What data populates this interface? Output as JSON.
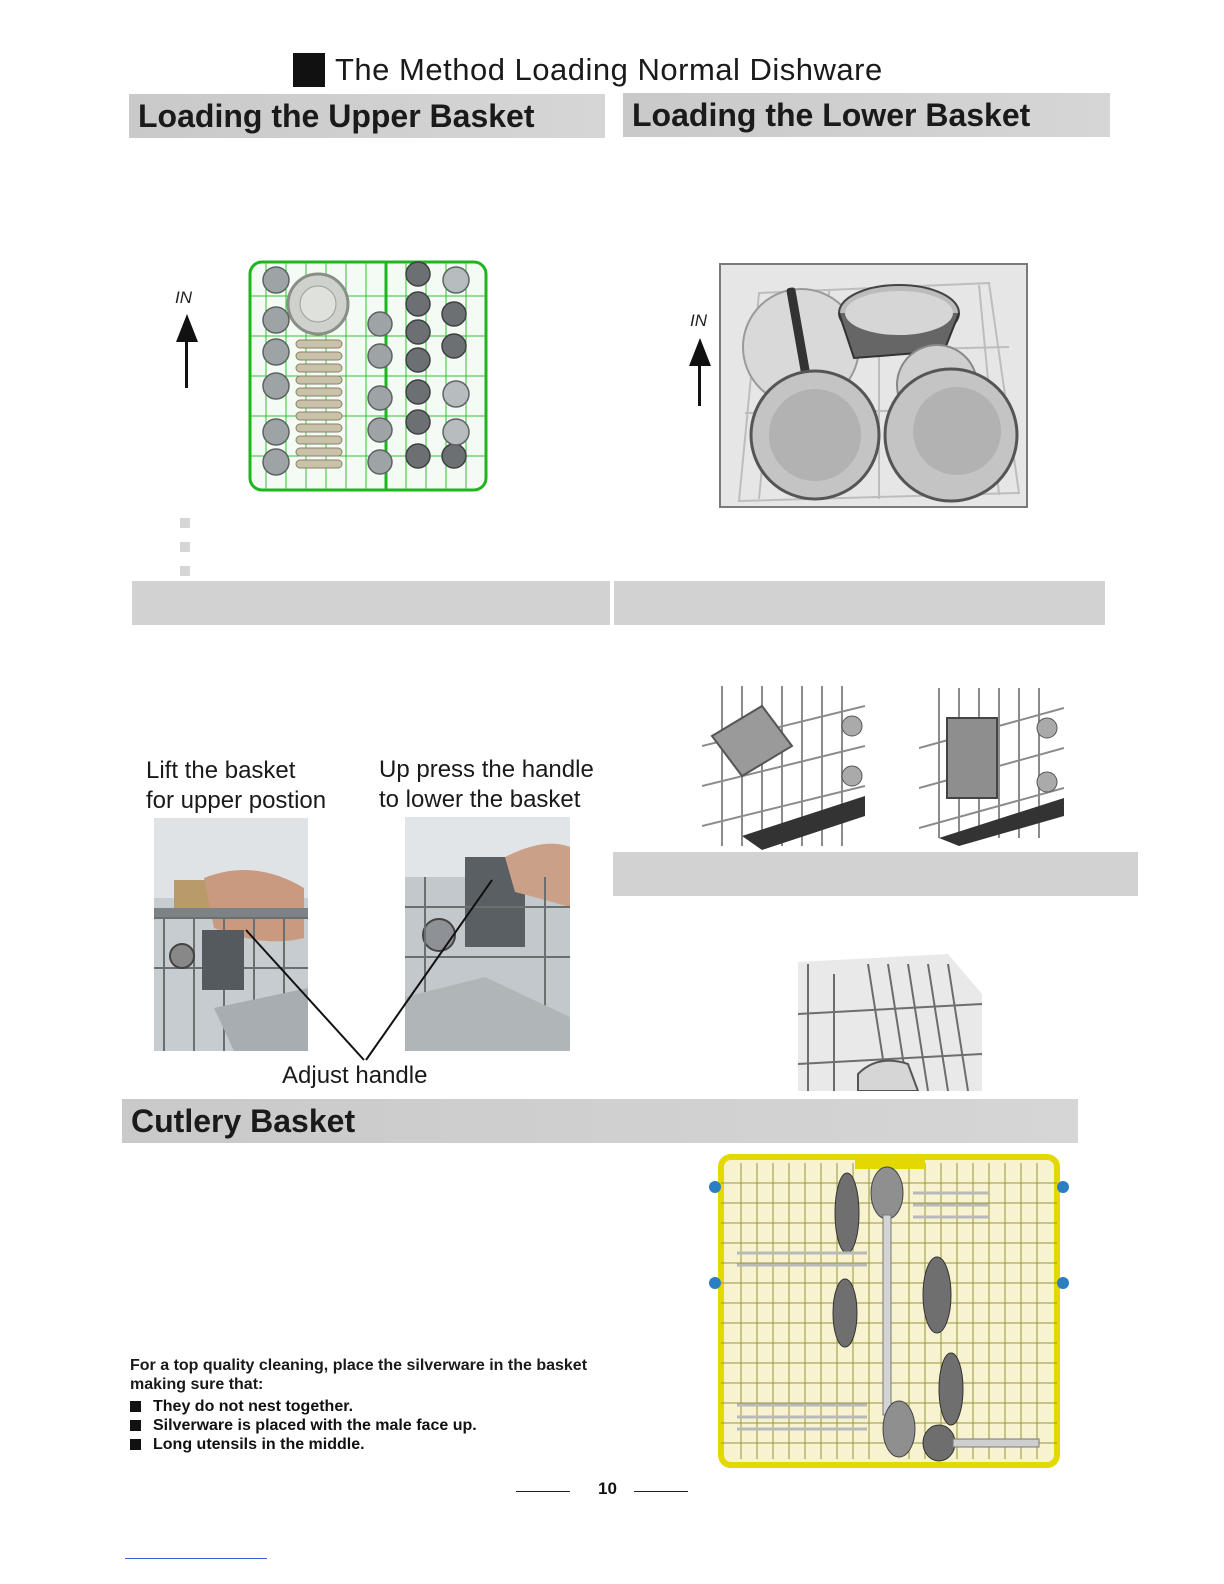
{
  "page_title": "The Method Loading Normal Dishware",
  "upper_basket": {
    "heading": "Loading the Upper Basket",
    "direction_label": "IN"
  },
  "lower_basket": {
    "heading": "Loading the Lower Basket",
    "direction_label": "IN"
  },
  "adjust": {
    "left_caption_line1": "Lift the basket",
    "left_caption_line2": "for upper postion",
    "right_caption_line1": "Up press the handle",
    "right_caption_line2": "to lower the basket",
    "handle_label": "Adjust handle"
  },
  "cutlery": {
    "heading": "Cutlery Basket",
    "intro_line1": "For a  top quality cleaning, place the silverware in the basket",
    "intro_line2": "making sure that:",
    "items": [
      "They do not nest together.",
      "Silverware is placed  with the male face up.",
      "Long utensils in the middle."
    ]
  },
  "page_number": "10"
}
